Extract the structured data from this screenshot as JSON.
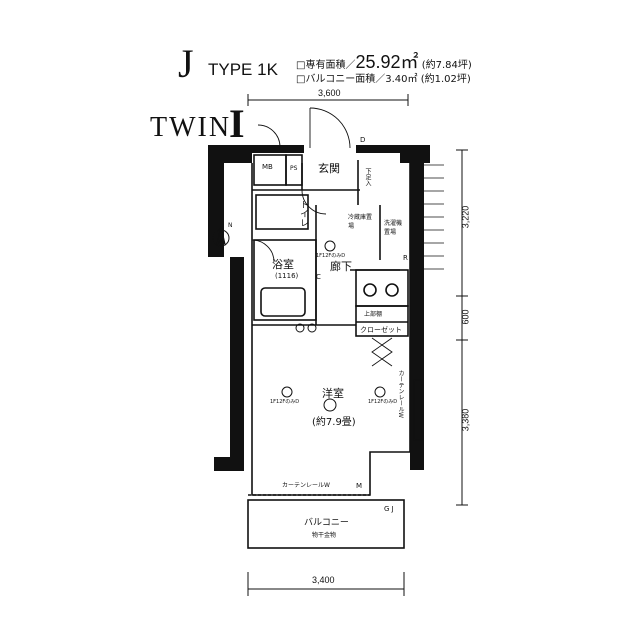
{
  "header": {
    "type_letter": "J",
    "type_label": "TYPE 1K",
    "exclusive_area_prefix": "□専有面積／",
    "exclusive_area_value": "25.92㎡",
    "exclusive_area_tsubo": "(約7.84坪)",
    "balcony_area_text": "□バルコニー面積／3.40㎡ (約1.02坪)",
    "twin_word": "TWIN",
    "twin_numeral": "I"
  },
  "dimensions": {
    "top_width": "3,600",
    "bottom_width": "3,400",
    "right_segments": [
      "3,220",
      "600",
      "3,380"
    ]
  },
  "rooms": {
    "entrance": "玄関",
    "toilet": "トイレ",
    "bath": "浴室",
    "bath_size": "(1116)",
    "hallway": "廊下",
    "western_room": "洋室",
    "western_room_size": "(約7.9畳)",
    "closet": "クローゼット",
    "upper_shelf": "上部棚",
    "balcony": "バルコニー"
  },
  "labels": {
    "mb": "MB",
    "ps": "PS",
    "shoe_box": "下足入",
    "fridge_space": "冷蔵庫置場",
    "washer_space": "洗濯機置場",
    "curtain_rail_bottom": "カーテンレールW",
    "curtain_rail_side": "カーテンレールW",
    "laundry_hanger": "物干金物",
    "light_note": "1F12FのみD",
    "marker_d": "D",
    "marker_r": "R",
    "marker_c": "C",
    "marker_m": "M",
    "marker_gj": "G J",
    "north_mark": "N"
  }
}
